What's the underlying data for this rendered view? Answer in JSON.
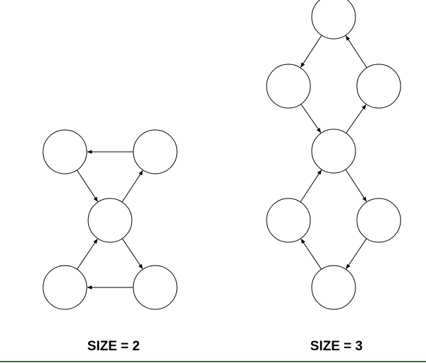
{
  "captions": {
    "left": "SIZE = 2",
    "right": "SIZE = 3"
  },
  "colors": {
    "stroke": "#000000",
    "node_fill": "#ffffff",
    "bottom_rule": "#2e7d32"
  },
  "diagrams": [
    {
      "id": "size-2",
      "nodes": [
        "top-left",
        "top-right",
        "center",
        "bottom-left",
        "bottom-right"
      ],
      "edges": [
        [
          "top-right",
          "top-left"
        ],
        [
          "top-left",
          "center"
        ],
        [
          "center",
          "top-right"
        ],
        [
          "center",
          "bottom-right"
        ],
        [
          "bottom-right",
          "bottom-left"
        ],
        [
          "bottom-left",
          "center"
        ]
      ]
    },
    {
      "id": "size-3",
      "nodes": [
        "top",
        "upper-left",
        "upper-right",
        "center",
        "lower-left",
        "lower-right",
        "bottom"
      ],
      "edges": [
        [
          "top",
          "upper-left"
        ],
        [
          "upper-right",
          "top"
        ],
        [
          "upper-left",
          "center"
        ],
        [
          "center",
          "upper-right"
        ],
        [
          "center",
          "lower-right"
        ],
        [
          "lower-right",
          "bottom"
        ],
        [
          "bottom",
          "lower-left"
        ],
        [
          "lower-left",
          "center"
        ]
      ]
    }
  ]
}
